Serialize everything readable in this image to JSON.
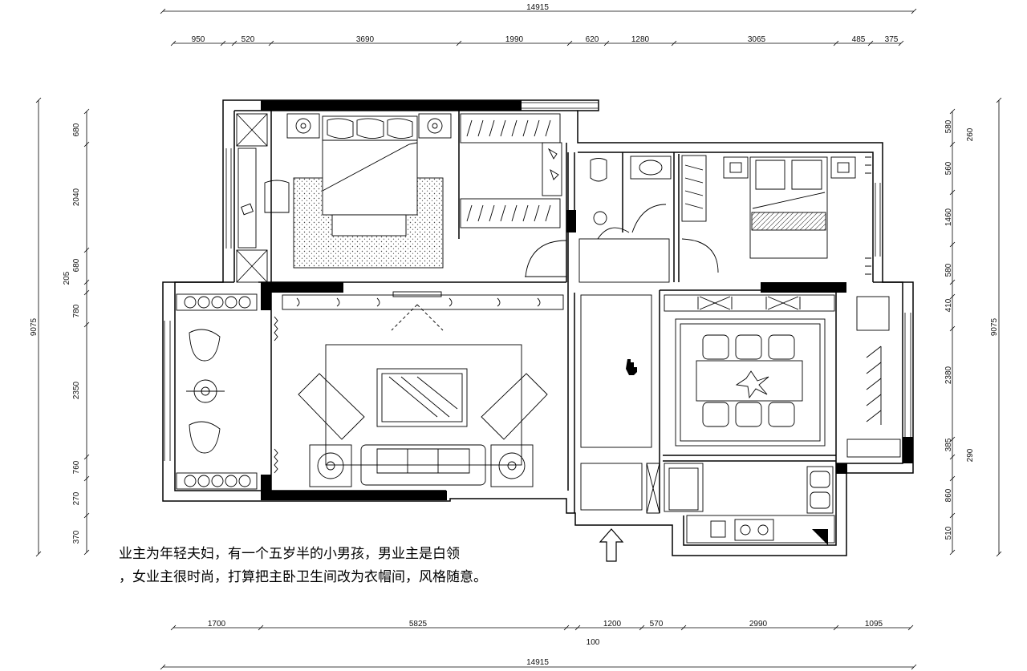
{
  "dimensions": {
    "top_overall": "14915",
    "top_segments": [
      "950",
      "520",
      "3690",
      "1990",
      "620",
      "1280",
      "3065",
      "485",
      "375"
    ],
    "bottom_segments": [
      "1700",
      "5825",
      "1200",
      "570",
      "2990",
      "1095"
    ],
    "bottom_offset": "100",
    "bottom_overall": "14915",
    "left_overall": "9075",
    "left_segments": [
      "680",
      "2040",
      "680",
      "205",
      "780",
      "2350",
      "760",
      "270",
      "370"
    ],
    "right_overall": "9075",
    "right_segments": [
      "580",
      "260",
      "560",
      "1460",
      "580",
      "410",
      "2380",
      "385",
      "290",
      "860",
      "510"
    ]
  },
  "notes": {
    "line1": "业主为年轻夫妇，有一个五岁半的小男孩，男业主是白领",
    "line2": "，女业主很时尚，打算把主卧卫生间改为衣帽间，风格随意。"
  },
  "icons": {
    "entrance": "entrance-arrow-icon",
    "cursor": "hand-cursor-icon"
  },
  "colors": {
    "line": "#000000",
    "window": "#111111",
    "background": "#ffffff"
  }
}
